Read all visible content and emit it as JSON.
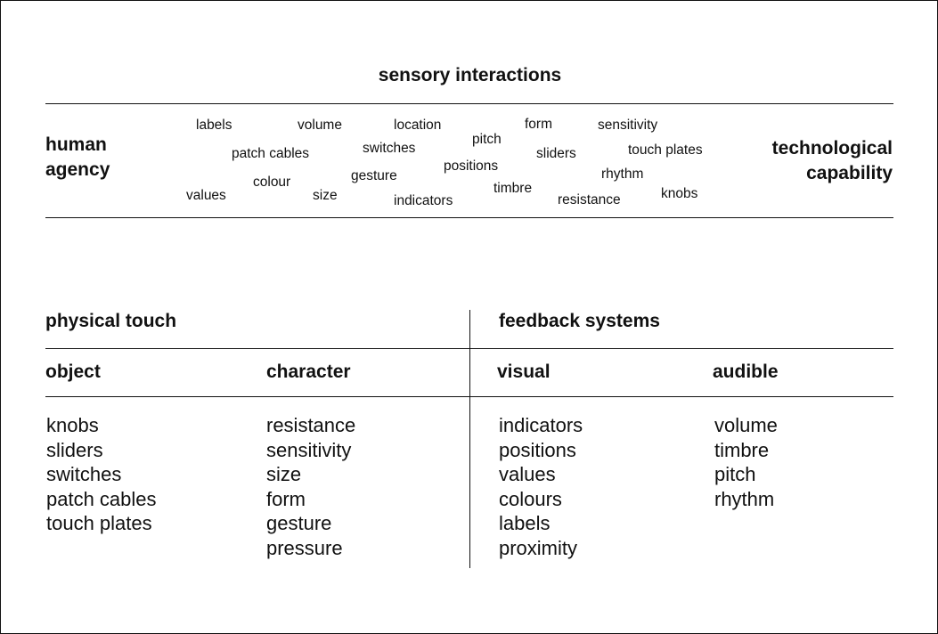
{
  "title": "sensory interactions",
  "axis": {
    "left": [
      "human",
      "agency"
    ],
    "right": [
      "technological",
      "capability"
    ]
  },
  "words": {
    "labels": "labels",
    "volume": "volume",
    "location": "location",
    "form": "form",
    "sensitivity": "sensitivity",
    "pitch": "pitch",
    "switches": "switches",
    "patch_cables": "patch cables",
    "sliders": "sliders",
    "touch_plates": "touch plates",
    "positions": "positions",
    "rhythm": "rhythm",
    "colour": "colour",
    "gesture": "gesture",
    "timbre": "timbre",
    "knobs": "knobs",
    "values": "values",
    "size": "size",
    "indicators": "indicators",
    "resistance": "resistance"
  },
  "physical_touch": {
    "heading": "physical touch",
    "object": {
      "heading": "object",
      "items": [
        "knobs",
        "sliders",
        "switches",
        "patch cables",
        "touch plates"
      ]
    },
    "character": {
      "heading": "character",
      "items": [
        "resistance",
        "sensitivity",
        "size",
        "form",
        "gesture",
        "pressure"
      ]
    }
  },
  "feedback_systems": {
    "heading": "feedback systems",
    "visual": {
      "heading": "visual",
      "items": [
        "indicators",
        "positions",
        "values",
        "colours",
        "labels",
        "proximity"
      ]
    },
    "audible": {
      "heading": "audible",
      "items": [
        "volume",
        "timbre",
        "pitch",
        "rhythm"
      ]
    }
  }
}
